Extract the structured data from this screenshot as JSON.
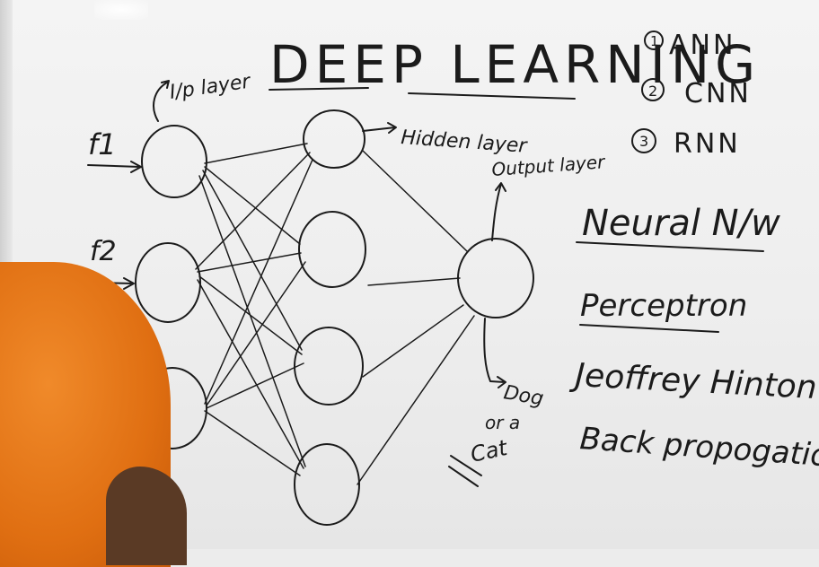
{
  "title": "DEEP LEARNING",
  "topics": [
    {
      "num": "1",
      "label": "ANN"
    },
    {
      "num": "2",
      "label": "CNN"
    },
    {
      "num": "3",
      "label": "RNN"
    }
  ],
  "network": {
    "inputs": [
      {
        "label": "f1"
      },
      {
        "label": "f2"
      },
      {
        "label": ""
      }
    ],
    "input_layer_label": "I/p layer",
    "hidden_layer_label": "Hidden layer",
    "output_layer_label": "Output layer",
    "output_result": [
      "Dog",
      "or a",
      "Cat"
    ]
  },
  "notes": [
    "Neural N/w",
    "Perceptron",
    "Jeoffrey Hinton",
    "Back propogation"
  ],
  "ink_color": "#1b1b1b"
}
